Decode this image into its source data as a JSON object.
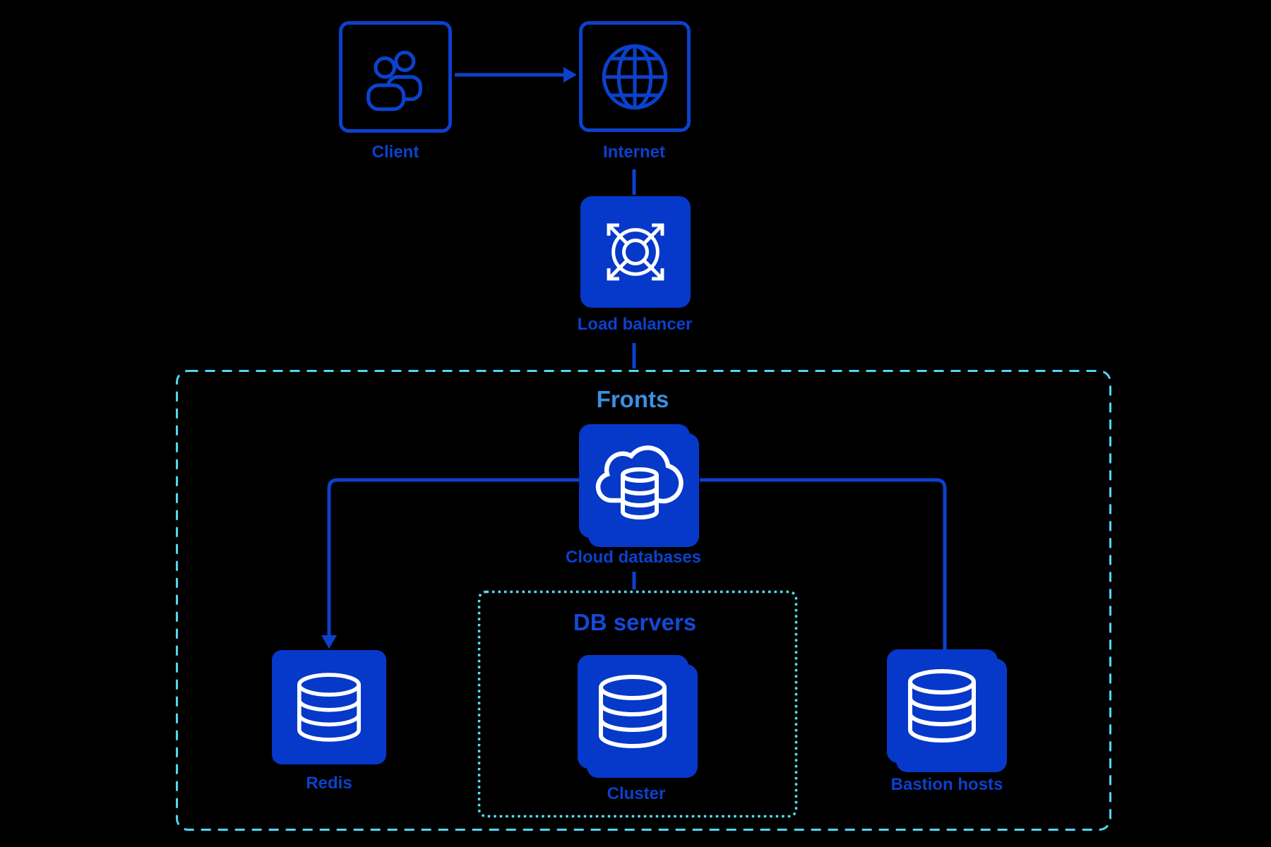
{
  "diagram": {
    "nodes": {
      "client": {
        "label": "Client"
      },
      "internet": {
        "label": "Internet"
      },
      "load_balancer": {
        "label": "Load balancer"
      },
      "cloud_databases": {
        "label": "Cloud databases"
      },
      "redis": {
        "label": "Redis"
      },
      "cluster": {
        "label": "Cluster"
      },
      "bastion_hosts": {
        "label": "Bastion hosts"
      }
    },
    "groups": {
      "fronts": {
        "title": "Fronts",
        "contains": [
          "Cloud databases",
          "Redis",
          "DB servers",
          "Bastion hosts"
        ]
      },
      "db_servers": {
        "title": "DB servers",
        "contains": [
          "Cluster"
        ]
      }
    },
    "edges": [
      {
        "from": "Client",
        "to": "Internet",
        "arrow": true
      },
      {
        "from": "Internet",
        "to": "Load balancer",
        "arrow": false
      },
      {
        "from": "Load balancer",
        "to": "Fronts",
        "arrow": false
      },
      {
        "from": "Cloud databases",
        "to": "Redis",
        "arrow": true
      },
      {
        "from": "Cloud databases",
        "to": "Bastion hosts",
        "arrow": false
      },
      {
        "from": "Cloud databases",
        "to": "DB servers",
        "arrow": false
      }
    ],
    "icons": {
      "client": "users-icon",
      "internet": "globe-icon",
      "load_balancer": "scale-out-arrows-icon",
      "cloud_databases": "cloud-database-icon",
      "redis": "database-icon",
      "cluster": "database-icon",
      "bastion_hosts": "database-icon"
    },
    "colors": {
      "primary_blue": "#0b41cd",
      "node_fill": "#0639c9",
      "fronts_title": "#3d8ee0",
      "db_servers_title": "#1548d8",
      "dashed_border": "#4ed9ee",
      "dotted_border": "#55dff2",
      "icon_stroke": "#ffffff"
    }
  }
}
